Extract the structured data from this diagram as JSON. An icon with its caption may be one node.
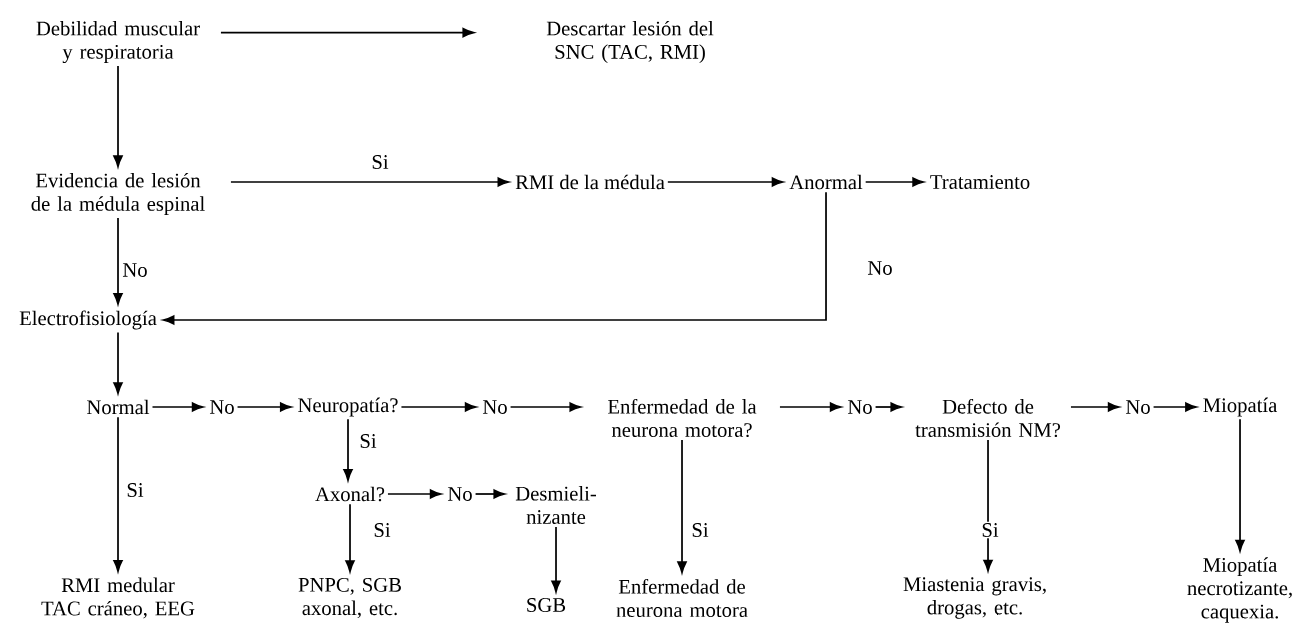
{
  "diagram": {
    "nodes": [
      {
        "text": [
          "Debilidad muscular y respiratoria"
        ]
      },
      {
        "text": [
          "Descartar lesión del SNC (TAC, RMI)"
        ]
      },
      {
        "text": [
          "Evidencia de lesión de la médula espinal"
        ]
      },
      {
        "text": [
          "RMI de la médula"
        ]
      },
      {
        "text": [
          "Anormal"
        ]
      },
      {
        "text": [
          "Tratamiento"
        ]
      },
      {
        "text": [
          "Electrofisiología"
        ]
      },
      {
        "text": [
          "Normal"
        ]
      },
      {
        "text": [
          "No"
        ]
      },
      {
        "text": [
          "Neuropatía?"
        ]
      },
      {
        "text": [
          "No"
        ]
      },
      {
        "text": [
          "Enfermedad de la neurona motora?"
        ]
      },
      {
        "text": [
          "No"
        ]
      },
      {
        "text": [
          "Defecto de transmisión NM?"
        ]
      },
      {
        "text": [
          "No"
        ]
      },
      {
        "text": [
          "Miopatía"
        ]
      },
      {
        "text": [
          "Axonal?"
        ]
      },
      {
        "text": [
          "No"
        ]
      },
      {
        "text": [
          "Desmieli- nizante"
        ]
      },
      {
        "text": [
          "RMI medular TAC cráneo, EEG"
        ]
      },
      {
        "text": [
          "PNPC, SGB axonal, etc."
        ]
      },
      {
        "text": [
          "SGB"
        ]
      },
      {
        "text": [
          "Enfermedad de neurona motora"
        ]
      },
      {
        "text": [
          "Miastenia gravis, drogas, etc."
        ]
      },
      {
        "text": [
          "Miopatía necrotizante, caquexia."
        ]
      }
    ],
    "edges": [
      {
        "from": 0,
        "to": 1,
        "arrow": "to"
      },
      {
        "from": 0,
        "to": 2,
        "arrow": "to"
      },
      {
        "from": 2,
        "to": 3,
        "arrow": "to",
        "label": "Si"
      },
      {
        "from": 3,
        "to": 4,
        "arrow": "to"
      },
      {
        "from": 4,
        "to": 5,
        "arrow": "to"
      },
      {
        "from": 2,
        "to": 6,
        "arrow": "to",
        "label": "No"
      },
      {
        "from": 4,
        "to": 6,
        "arrow": "to",
        "label": "No"
      },
      {
        "from": 6,
        "to": 7,
        "arrow": "to"
      },
      {
        "from": 7,
        "to": 8,
        "arrow": "to"
      },
      {
        "from": 8,
        "to": 9,
        "arrow": "to"
      },
      {
        "from": 9,
        "to": 10,
        "arrow": "to"
      },
      {
        "from": 10,
        "to": 11,
        "arrow": "to"
      },
      {
        "from": 11,
        "to": 12,
        "arrow": "to"
      },
      {
        "from": 12,
        "to": 13,
        "arrow": "to"
      },
      {
        "from": 13,
        "to": 14,
        "arrow": "to"
      },
      {
        "from": 14,
        "to": 15,
        "arrow": "to"
      },
      {
        "from": 7,
        "to": 19,
        "arrow": "to",
        "label": "Si"
      },
      {
        "from": 9,
        "to": 16,
        "arrow": "to",
        "label": "Si"
      },
      {
        "from": 16,
        "to": 17,
        "arrow": "to"
      },
      {
        "from": 17,
        "to": 18,
        "arrow": "to"
      },
      {
        "from": 18,
        "to": 21,
        "arrow": "to"
      },
      {
        "from": 16,
        "to": 20,
        "arrow": "to",
        "label": "Si"
      },
      {
        "from": 11,
        "to": 22,
        "arrow": "to",
        "label": "Si"
      },
      {
        "from": 13,
        "to": 23,
        "arrow": "to",
        "label": "Si"
      },
      {
        "from": 15,
        "to": 24,
        "arrow": "to"
      }
    ]
  }
}
